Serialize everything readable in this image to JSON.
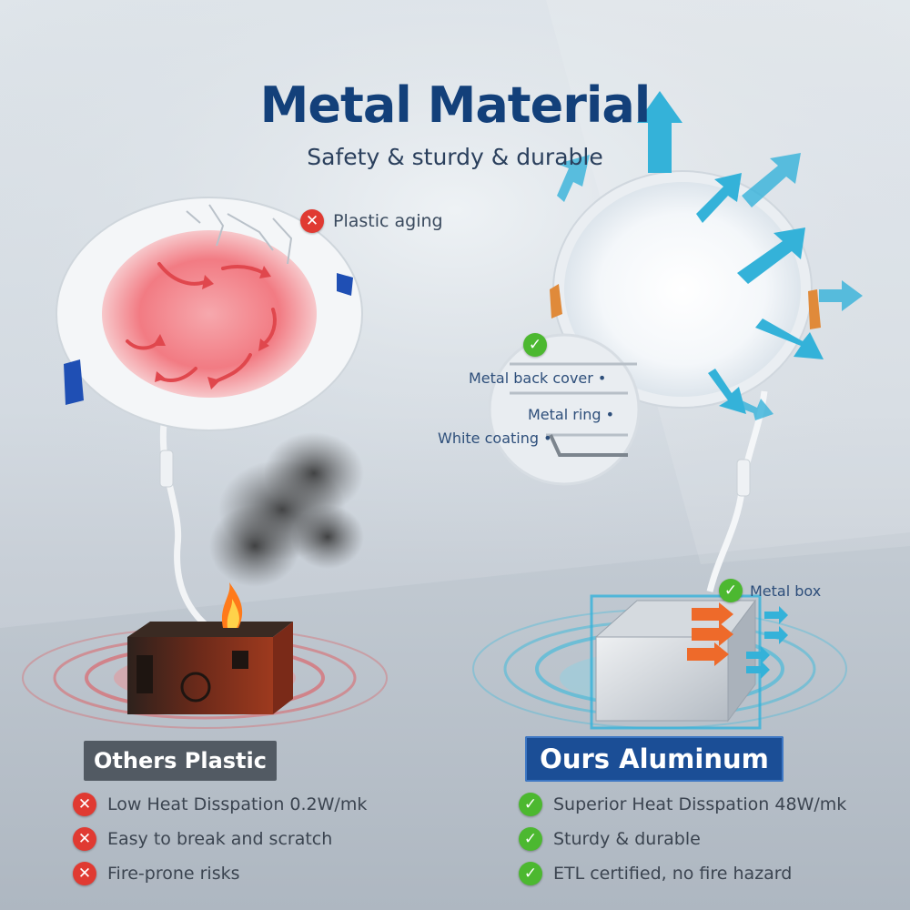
{
  "header": {
    "title": "Metal Material",
    "subtitle": "Safety & sturdy & durable"
  },
  "left_product": {
    "callout": "Plastic aging",
    "banner": "Others  Plastic",
    "features": [
      "Low Heat Disspation 0.2W/mk",
      "Easy to break and scratch",
      "Fire-prone risks"
    ]
  },
  "right_product": {
    "detail_labels": {
      "back_cover": "Metal back cover",
      "ring": "Metal ring",
      "coating": "White coating"
    },
    "box_label": "Metal box",
    "banner": "Ours  Aluminum",
    "features": [
      "Superior Heat Disspation 48W/mk",
      "Sturdy & durable",
      "ETL certified, no fire hazard"
    ]
  },
  "icons": {
    "negative": "x-mark-icon",
    "positive": "check-mark-icon"
  },
  "colors": {
    "title": "#13407a",
    "negative": "#e03a32",
    "positive": "#4cb830",
    "others_banner": "#525a63",
    "ours_banner": "#1b4e96",
    "heat": "#e53a3a",
    "cool": "#2bb7d9"
  }
}
